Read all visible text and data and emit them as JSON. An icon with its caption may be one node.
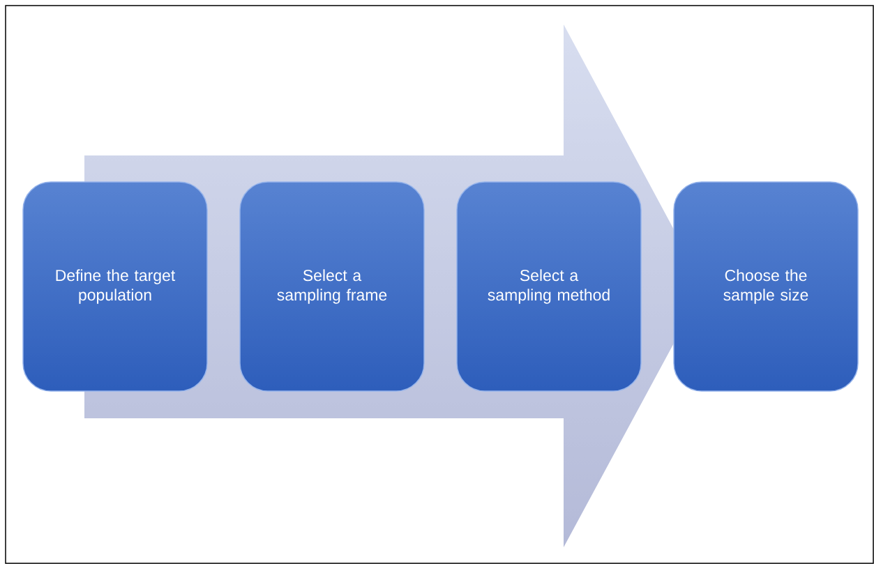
{
  "diagram": {
    "nodes": [
      {
        "text": [
          "Define the target population"
        ]
      },
      {
        "text": [
          "Select a sampling frame"
        ]
      },
      {
        "text": [
          "Select a sampling method"
        ]
      },
      {
        "text": [
          "Choose the sample size"
        ]
      }
    ]
  }
}
